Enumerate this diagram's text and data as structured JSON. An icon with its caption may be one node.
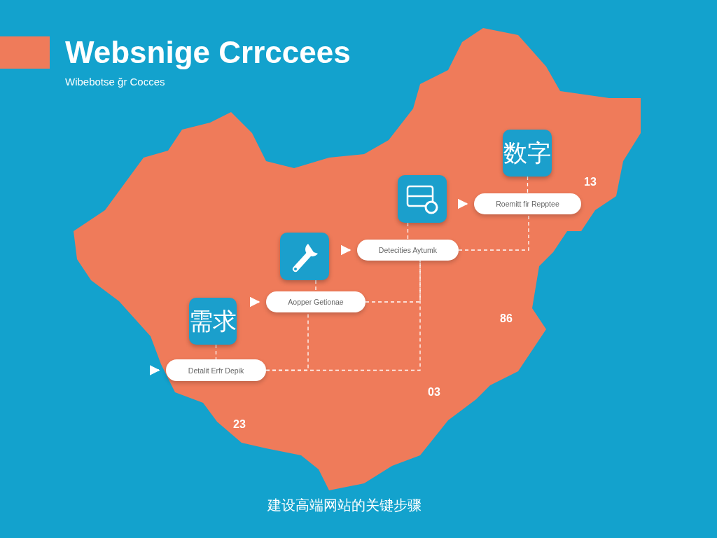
{
  "diagram": {
    "title": "Websnige Crrccees",
    "caption": "建设高端网站的关键步骤",
    "nodes": [
      {
        "text": [
          "数字"
        ]
      },
      {
        "text": [
          "Roemitt fir Repptee"
        ]
      },
      {
        "text": [],
        "shape": "picture"
      },
      {
        "text": [
          "Detecities Aytumk"
        ]
      },
      {
        "text": [],
        "shape": "picture"
      },
      {
        "text": [
          "Aopper Getionae"
        ]
      },
      {
        "text": [
          "需求"
        ]
      },
      {
        "text": [
          "Detalit Erfr Depik"
        ]
      }
    ],
    "edges": [
      {
        "from": 0,
        "to": 1,
        "arrow": "none",
        "style": "dashed"
      },
      {
        "from": 2,
        "to": 3,
        "arrow": "none",
        "style": "dashed"
      },
      {
        "from": 4,
        "to": 5,
        "arrow": "none",
        "style": "dashed"
      },
      {
        "from": 6,
        "to": 7,
        "arrow": "none",
        "style": "dashed"
      },
      {
        "from": 7,
        "to": 5,
        "arrow": "none",
        "style": "dashed"
      },
      {
        "from": 7,
        "to": 3,
        "arrow": "none",
        "style": "dashed"
      },
      {
        "from": 5,
        "to": 3,
        "arrow": "none",
        "style": "dashed"
      },
      {
        "from": 3,
        "to": 1,
        "arrow": "none",
        "style": "dashed"
      },
      {
        "from": null,
        "to": 1,
        "arrow": "to"
      },
      {
        "from": null,
        "to": 3,
        "arrow": "to"
      },
      {
        "from": null,
        "to": 5,
        "arrow": "to"
      },
      {
        "from": null,
        "to": 7,
        "arrow": "to"
      }
    ],
    "labels": [
      "Wibebotse ğr Cocces",
      "13",
      "86",
      "03",
      "23"
    ]
  }
}
